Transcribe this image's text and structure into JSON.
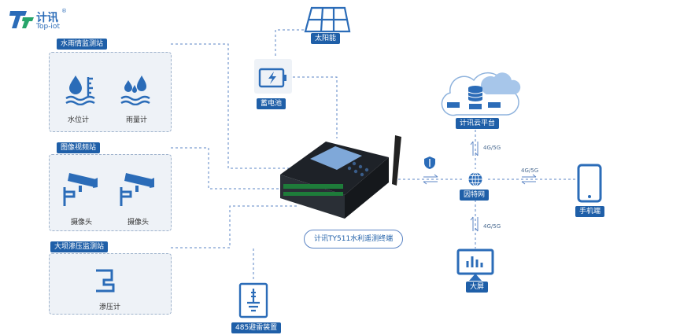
{
  "logo": {
    "brand_cn": "计讯",
    "brand_en": "Top-iot",
    "registered": "®"
  },
  "stations": {
    "water_rain": {
      "title": "水雨情监测站",
      "items": [
        "水位计",
        "雨量计"
      ]
    },
    "video": {
      "title": "图像视频站",
      "items": [
        "摄像头",
        "摄像头"
      ]
    },
    "dam": {
      "title": "大坝渗压监测站",
      "items": [
        "渗压计"
      ]
    }
  },
  "power": {
    "solar": "太阳能",
    "battery": "蓄电池"
  },
  "terminal": {
    "label": "计讯TY511水利遥测终端"
  },
  "lightning": {
    "label": "485避雷装置"
  },
  "network": {
    "cloud": "计讯云平台",
    "internet": "因特网",
    "phone": "手机端",
    "screen": "大屏",
    "link_up": "4G/5G",
    "link_right": "4G/5G",
    "link_down": "4G/5G"
  },
  "colors": {
    "accent": "#1f5fa8",
    "icon": "#2b6cb8",
    "panel": "#eef2f7",
    "dash": "#5b84c4"
  }
}
